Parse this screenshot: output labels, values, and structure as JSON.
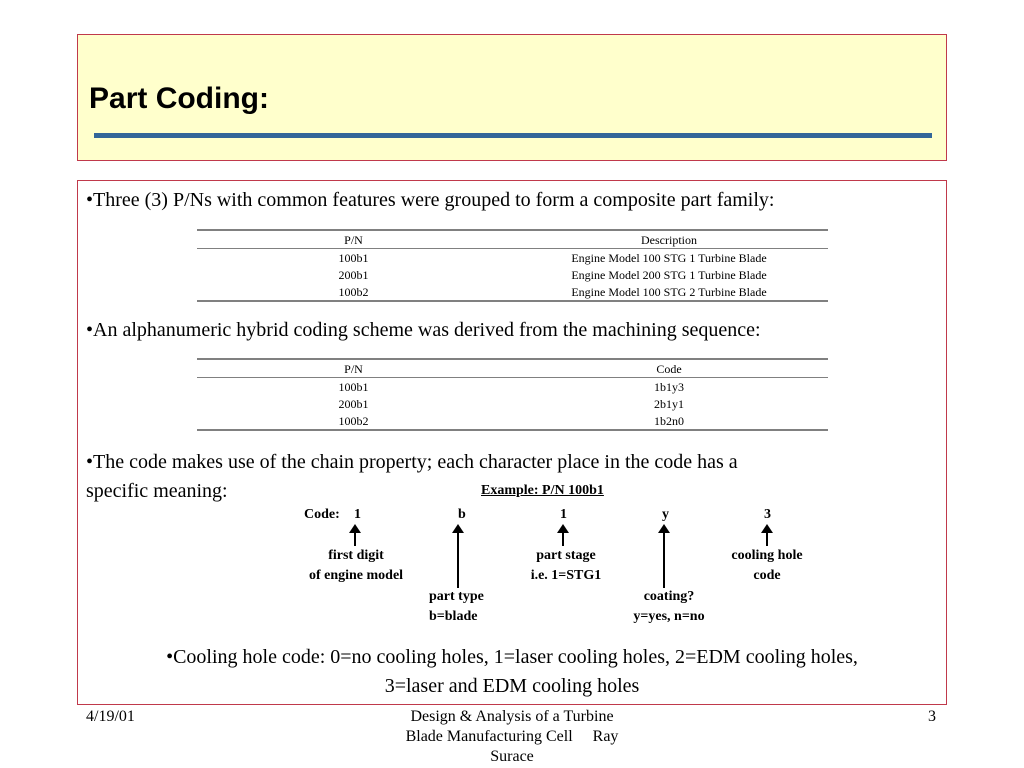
{
  "slide": {
    "title": "Part Coding:",
    "bullets": {
      "b1": "•Three (3) P/Ns with common features were grouped to form a composite part family:",
      "b2": "•An alphanumeric hybrid coding scheme was derived from the machining sequence:",
      "b3_line1": "•The code makes use of the chain property; each character place in the code has a",
      "b3_line2": "specific meaning:",
      "b4_line1": "•Cooling hole code: 0=no cooling holes, 1=laser cooling holes, 2=EDM cooling holes,",
      "b4_line2": "3=laser and EDM cooling holes"
    },
    "table1": {
      "headers": [
        "P/N",
        "Description"
      ],
      "rows": [
        [
          "100b1",
          "Engine Model 100 STG 1 Turbine Blade"
        ],
        [
          "200b1",
          "Engine Model 200 STG 1 Turbine Blade"
        ],
        [
          "100b2",
          "Engine Model 100 STG 2 Turbine Blade"
        ]
      ]
    },
    "table2": {
      "headers": [
        "P/N",
        "Code"
      ],
      "rows": [
        [
          "100b1",
          "1b1y3"
        ],
        [
          "200b1",
          "2b1y1"
        ],
        [
          "100b2",
          "1b2n0"
        ]
      ]
    },
    "example": {
      "title": "Example: P/N 100b1",
      "code_label": "Code:",
      "chars": [
        "1",
        "b",
        "1",
        "y",
        "3"
      ],
      "labels": {
        "first_digit_l1": "first digit",
        "first_digit_l2": "of engine model",
        "part_type_l1": "part type",
        "part_type_l2": "b=blade",
        "part_stage_l1": "part stage",
        "part_stage_l2": "i.e. 1=STG1",
        "coating_l1": "coating?",
        "coating_l2": "y=yes, n=no",
        "cooling_l1": "cooling hole",
        "cooling_l2": "code"
      }
    }
  },
  "footer": {
    "date": "4/19/01",
    "center_l1": "Design & Analysis of a Turbine",
    "center_l2": "Blade Manufacturing Cell     Ray",
    "center_l3": "Surace",
    "page_number": "3"
  },
  "colors": {
    "title_bg": "#ffffcc",
    "border": "#c0394b",
    "title_rule": "#336699"
  }
}
